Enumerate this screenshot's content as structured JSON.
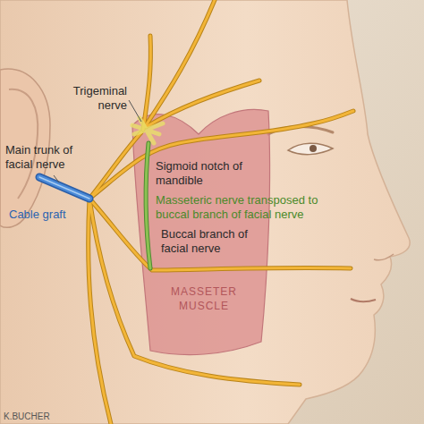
{
  "diagram": {
    "labels": [
      "Trigeminal nerve",
      "Main trunk of facial nerve",
      "Cable graft",
      "Sigmoid notch of mandible",
      "Masseteric nerve transposed to buccal branch of facial nerve",
      "Buccal branch of facial nerve",
      "MASSETER MUSCLE",
      "K.BUCHER"
    ]
  }
}
